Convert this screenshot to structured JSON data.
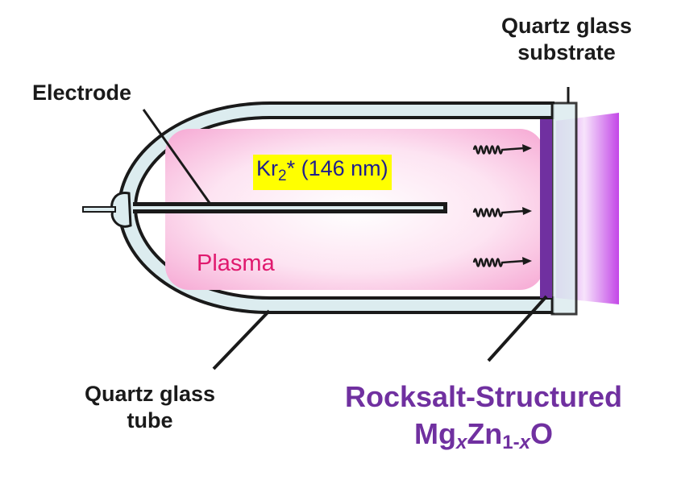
{
  "labels": {
    "substrate": [
      "Quartz glass",
      "substrate"
    ],
    "electrode": "Electrode",
    "tube": [
      "Quartz glass",
      "tube"
    ],
    "emission": {
      "prefix": "Kr",
      "subscript": "2",
      "suffix": "* (146 nm)"
    },
    "plasma": "Plasma",
    "material": {
      "line1": "Rocksalt-Structured",
      "formula": {
        "a": "Mg",
        "a_sub": "x",
        "b": "Zn",
        "b_sub_1": "1-",
        "b_sub_2": "x",
        "c": "O"
      }
    }
  },
  "colors": {
    "glass": "#dcecef",
    "outline": "#1a1a1a",
    "plasma": "#f7b4da",
    "film": "#7030a0",
    "emission_cone": "#c84ee8",
    "highlight": "#ffff00",
    "plasma_text": "#e0196e",
    "material_text": "#7030a0"
  },
  "photon_arrows": 3
}
